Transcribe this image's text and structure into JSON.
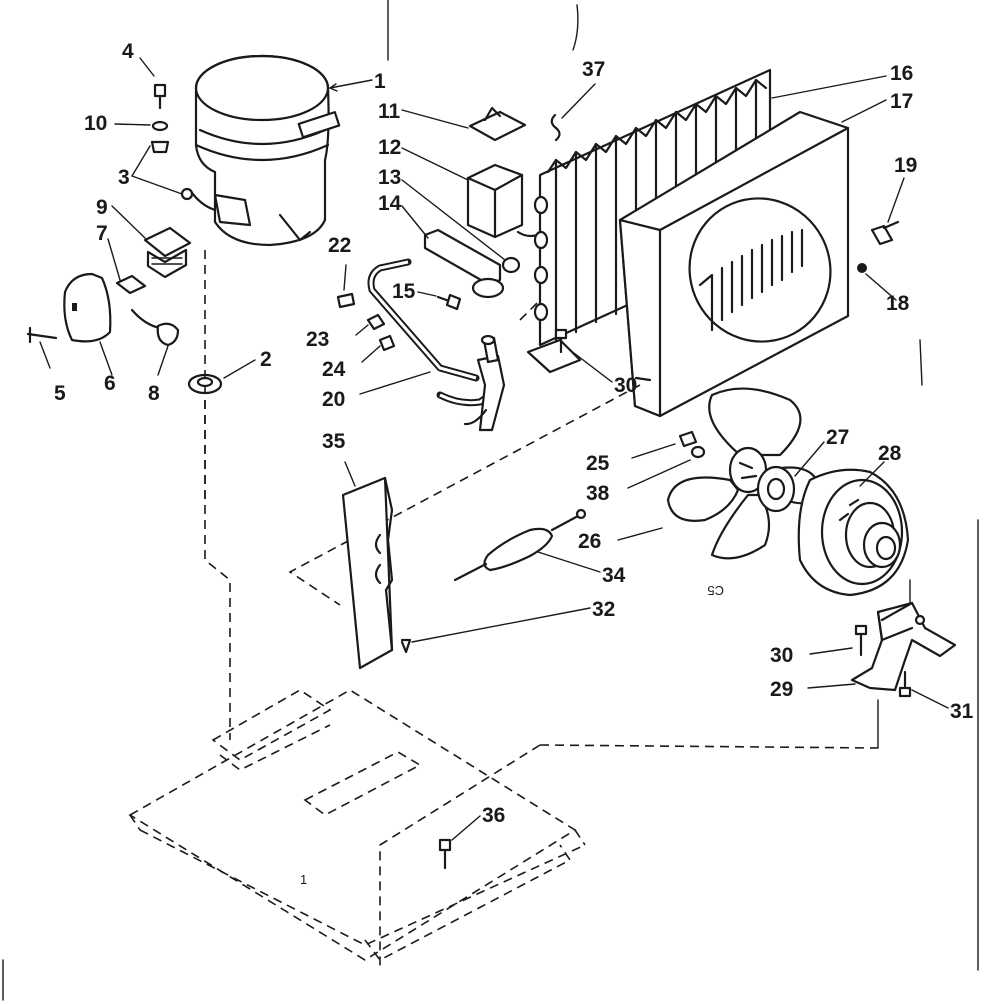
{
  "diagram": {
    "labels": {
      "p1": "1",
      "p2": "2",
      "p3": "3",
      "p4": "4",
      "p5": "5",
      "p6": "6",
      "p7": "7",
      "p8": "8",
      "p9": "9",
      "p10": "10",
      "p11": "11",
      "p12": "12",
      "p13": "13",
      "p14": "14",
      "p15": "15",
      "p16": "16",
      "p17": "17",
      "p18": "18",
      "p19": "19",
      "p20": "20",
      "p22": "22",
      "p23": "23",
      "p24": "24",
      "p25": "25",
      "p26": "26",
      "p27": "27",
      "p28": "28",
      "p29": "29",
      "p30a": "30",
      "p30b": "30",
      "p31": "31",
      "p32": "32",
      "p34": "34",
      "p35": "35",
      "p36": "36",
      "p37": "37",
      "p38": "38"
    },
    "marks": {
      "fan_blade": "C5",
      "base": "1"
    }
  }
}
